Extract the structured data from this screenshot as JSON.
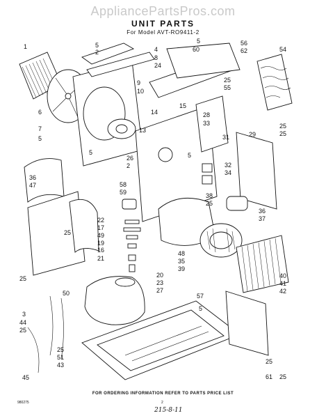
{
  "watermark": "AppliancePartsPros.com",
  "title": "UNIT PARTS",
  "subtitle": "For Model AVT-RO9411-2",
  "footer": "FOR ORDERING INFORMATION REFER TO PARTS PRICE LIST",
  "doc_code": "980275",
  "page_number": "2",
  "handwritten_note": "215-8-11",
  "callouts": [
    "1",
    "5",
    "2",
    "4",
    "8",
    "24",
    "5",
    "56",
    "60",
    "62",
    "54",
    "9",
    "10",
    "15",
    "25",
    "55",
    "14",
    "28",
    "33",
    "31",
    "6",
    "7",
    "13",
    "29",
    "25",
    "5",
    "5",
    "26",
    "2",
    "25",
    "5",
    "32",
    "34",
    "36",
    "47",
    "58",
    "59",
    "38",
    "25",
    "36",
    "37",
    "25",
    "22",
    "17",
    "49",
    "19",
    "16",
    "21",
    "48",
    "35",
    "39",
    "20",
    "23",
    "27",
    "25",
    "40",
    "41",
    "42",
    "50",
    "57",
    "5",
    "3",
    "44",
    "25",
    "25",
    "51",
    "43",
    "45",
    "25",
    "61",
    "25"
  ]
}
